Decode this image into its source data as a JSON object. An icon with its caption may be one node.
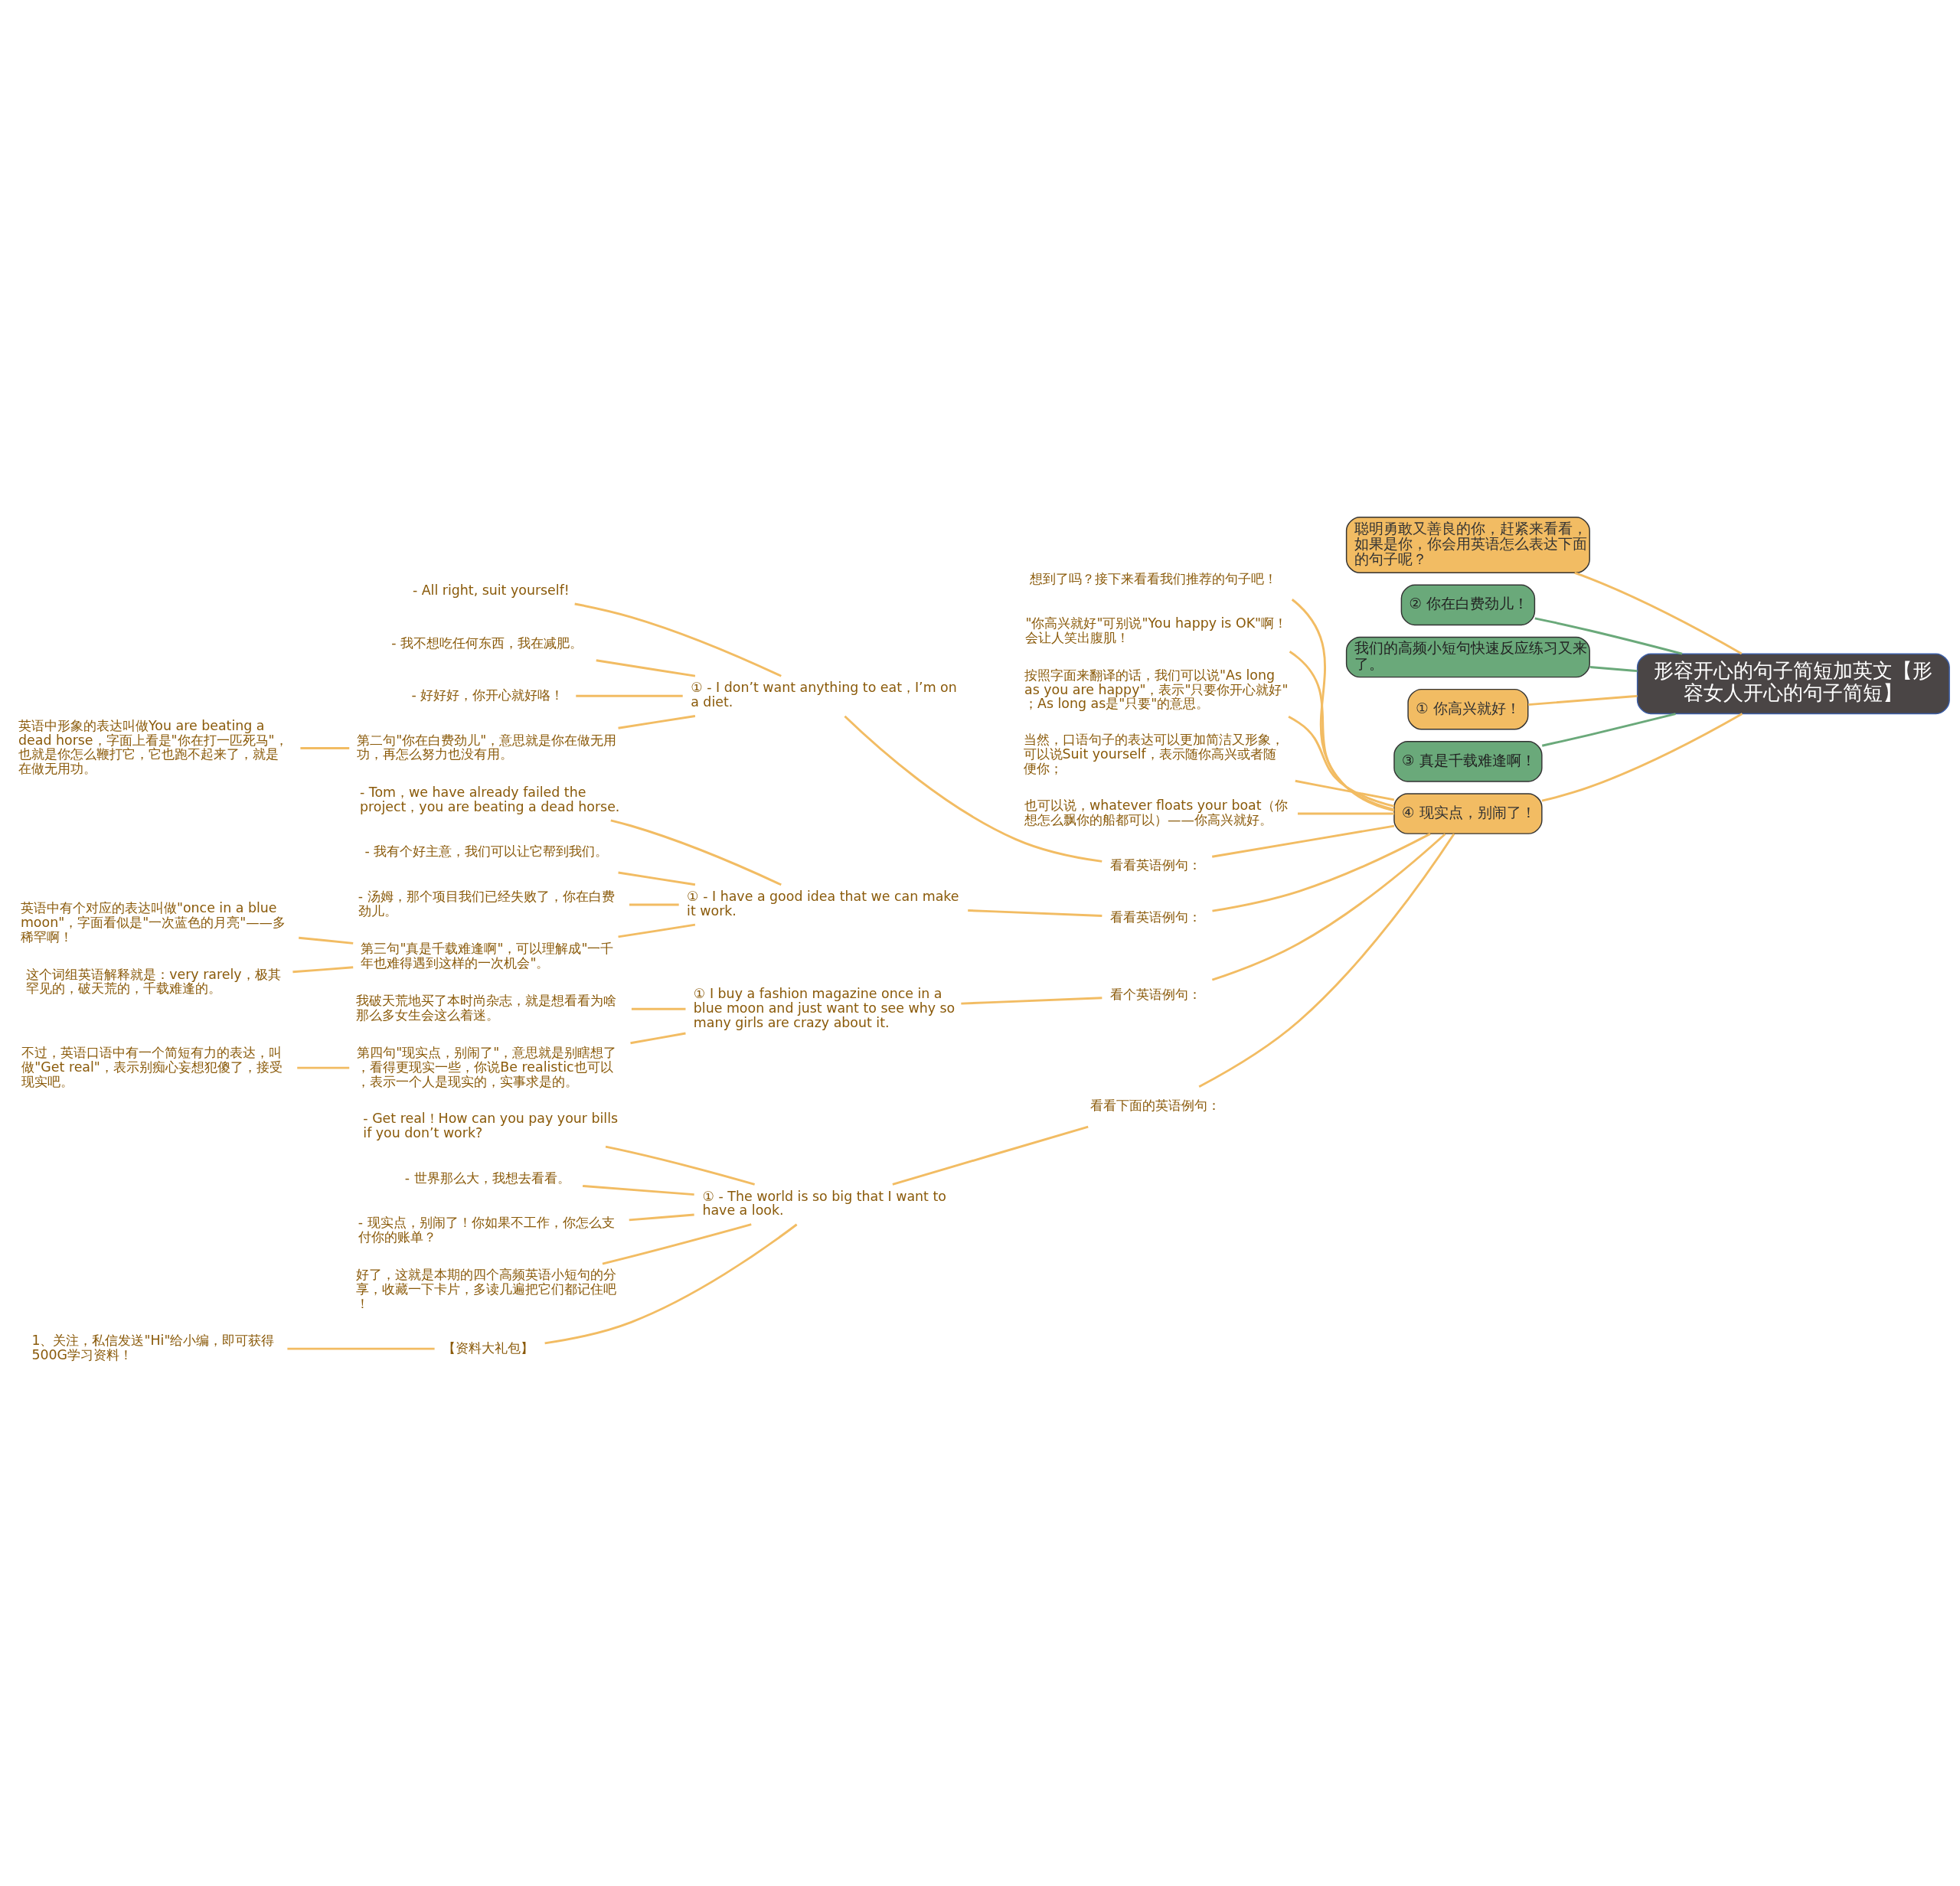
{
  "diagram": {
    "nodes": [
      {
        "text": [
          "形容开心的句子简短加英文【形容女人开心的句子简短】"
        ]
      },
      {
        "text": [
          "聪明勇敢又善良的你，赶紧来看看，如果是你，你会用英语怎么表达下面的句子呢？"
        ]
      },
      {
        "text": [
          "② 你在白费劲儿！"
        ]
      },
      {
        "text": [
          "我们的高频小短句快速反应练习又来了。"
        ]
      },
      {
        "text": [
          "① 你高兴就好！"
        ]
      },
      {
        "text": [
          "③ 真是千载难逢啊！"
        ]
      },
      {
        "text": [
          "④ 现实点，别闹了！"
        ]
      },
      {
        "text": [
          "想到了吗？接下来看看我们推荐的句子吧！"
        ]
      },
      {
        "text": [
          "\"你高兴就好\"可别说\"You happy is OK\"啊！会让人笑出腹肌！"
        ]
      },
      {
        "text": [
          "按照字面来翻译的话，我们可以说\"As long as you are happy\"，表示\"只要你开心就好\"；As long as是\"只要\"的意思。"
        ]
      },
      {
        "text": [
          "当然，口语句子的表达可以更加简洁又形象，可以说Suit yourself，表示随你高兴或者随便你；"
        ]
      },
      {
        "text": [
          "也可以说，whatever floats your boat（你想怎么飘你的船都可以）——你高兴就好。"
        ]
      },
      {
        "text": [
          "看看英语例句："
        ]
      },
      {
        "text": [
          "① - I don’t want anything to eat，I’m on a diet."
        ]
      },
      {
        "text": [
          "- All right, suit yourself!"
        ]
      },
      {
        "text": [
          "- 我不想吃任何东西，我在减肥。"
        ]
      },
      {
        "text": [
          "- 好好好，你开心就好咯！"
        ]
      },
      {
        "text": [
          "第二句\"你在白费劲儿\"，意思就是你在做无用功，再怎么努力也没有用。"
        ]
      },
      {
        "text": [
          "英语中形象的表达叫做You are beating a dead horse，字面上看是\"你在打一匹死马\"，也就是你怎么鞭打它，它也跑不起来了，就是在做无用功。"
        ]
      },
      {
        "text": [
          "看看英语例句："
        ]
      },
      {
        "text": [
          "① - I have a good idea that we can make it work."
        ]
      },
      {
        "text": [
          "- Tom，we have already failed the project，you are beating a dead horse."
        ]
      },
      {
        "text": [
          "- 我有个好主意，我们可以让它帮到我们。"
        ]
      },
      {
        "text": [
          "- 汤姆，那个项目我们已经失败了，你在白费劲儿。"
        ]
      },
      {
        "text": [
          "第三句\"真是千载难逢啊\"，可以理解成\"一千年也难得遇到这样的一次机会\"。"
        ]
      },
      {
        "text": [
          "英语中有个对应的表达叫做\"once in a blue moon\"，字面看似是\"一次蓝色的月亮\"——多稀罕啊！"
        ]
      },
      {
        "text": [
          "这个词组英语解释就是：very rarely，极其罕见的，破天荒的，千载难逢的。"
        ]
      },
      {
        "text": [
          "看个英语例句："
        ]
      },
      {
        "text": [
          "① I buy a fashion magazine once in a blue moon and just want to see why so many girls are crazy about it."
        ]
      },
      {
        "text": [
          "我破天荒地买了本时尚杂志，就是想看看为啥那么多女生会这么着迷。"
        ]
      },
      {
        "text": [
          "第四句\"现实点，别闹了\"，意思就是别瞎想了，看得更现实一些，你说Be realistic也可以，表示一个人是现实的，实事求是的。"
        ]
      },
      {
        "text": [
          "不过，英语口语中有一个简短有力的表达，叫做\"Get real\"，表示别痴心妄想犯傻了，接受现实吧。"
        ]
      },
      {
        "text": [
          "看看下面的英语例句："
        ]
      },
      {
        "text": [
          "① - The world is so big that I want to have a look."
        ]
      },
      {
        "text": [
          "- Get real！How can you pay your bills if you don’t work?"
        ]
      },
      {
        "text": [
          "- 世界那么大，我想去看看。"
        ]
      },
      {
        "text": [
          "- 现实点，别闹了！你如果不工作，你怎么支付你的账单？"
        ]
      },
      {
        "text": [
          "好了，这就是本期的四个高频英语小短句的分享，收藏一下卡片，多读几遍把它们都记住吧！"
        ]
      },
      {
        "text": [
          "【资料大礼包】"
        ]
      },
      {
        "text": [
          "1、关注，私信发送\"Hi\"给小编，即可获得500G学习资料！"
        ]
      }
    ],
    "edges": [
      {
        "from": 0,
        "to": 1,
        "arrow": "none"
      },
      {
        "from": 0,
        "to": 2,
        "arrow": "none",
        "color": "#6aa97a"
      },
      {
        "from": 0,
        "to": 3,
        "arrow": "none",
        "color": "#6aa97a"
      },
      {
        "from": 0,
        "to": 4,
        "arrow": "none"
      },
      {
        "from": 0,
        "to": 5,
        "arrow": "none",
        "color": "#6aa97a"
      },
      {
        "from": 0,
        "to": 6,
        "arrow": "none"
      },
      {
        "from": 6,
        "to": 7,
        "arrow": "none"
      },
      {
        "from": 6,
        "to": 8,
        "arrow": "none"
      },
      {
        "from": 6,
        "to": 9,
        "arrow": "none"
      },
      {
        "from": 6,
        "to": 10,
        "arrow": "none"
      },
      {
        "from": 6,
        "to": 11,
        "arrow": "none"
      },
      {
        "from": 6,
        "to": 12,
        "arrow": "none"
      },
      {
        "from": 12,
        "to": 13,
        "arrow": "none"
      },
      {
        "from": 13,
        "to": 14,
        "arrow": "none"
      },
      {
        "from": 13,
        "to": 15,
        "arrow": "none"
      },
      {
        "from": 13,
        "to": 16,
        "arrow": "none"
      },
      {
        "from": 13,
        "to": 17,
        "arrow": "none"
      },
      {
        "from": 17,
        "to": 18,
        "arrow": "none"
      },
      {
        "from": 6,
        "to": 19,
        "arrow": "none"
      },
      {
        "from": 19,
        "to": 20,
        "arrow": "none"
      },
      {
        "from": 20,
        "to": 21,
        "arrow": "none"
      },
      {
        "from": 20,
        "to": 22,
        "arrow": "none"
      },
      {
        "from": 20,
        "to": 23,
        "arrow": "none"
      },
      {
        "from": 20,
        "to": 24,
        "arrow": "none"
      },
      {
        "from": 24,
        "to": 25,
        "arrow": "none"
      },
      {
        "from": 24,
        "to": 26,
        "arrow": "none"
      },
      {
        "from": 6,
        "to": 27,
        "arrow": "none"
      },
      {
        "from": 27,
        "to": 28,
        "arrow": "none"
      },
      {
        "from": 28,
        "to": 29,
        "arrow": "none"
      },
      {
        "from": 28,
        "to": 30,
        "arrow": "none"
      },
      {
        "from": 30,
        "to": 31,
        "arrow": "none"
      },
      {
        "from": 6,
        "to": 32,
        "arrow": "none"
      },
      {
        "from": 32,
        "to": 33,
        "arrow": "none"
      },
      {
        "from": 33,
        "to": 34,
        "arrow": "none"
      },
      {
        "from": 33,
        "to": 35,
        "arrow": "none"
      },
      {
        "from": 33,
        "to": 36,
        "arrow": "none"
      },
      {
        "from": 33,
        "to": 37,
        "arrow": "none"
      },
      {
        "from": 33,
        "to": 38,
        "arrow": "none"
      },
      {
        "from": 38,
        "to": 39,
        "arrow": "none"
      }
    ]
  }
}
